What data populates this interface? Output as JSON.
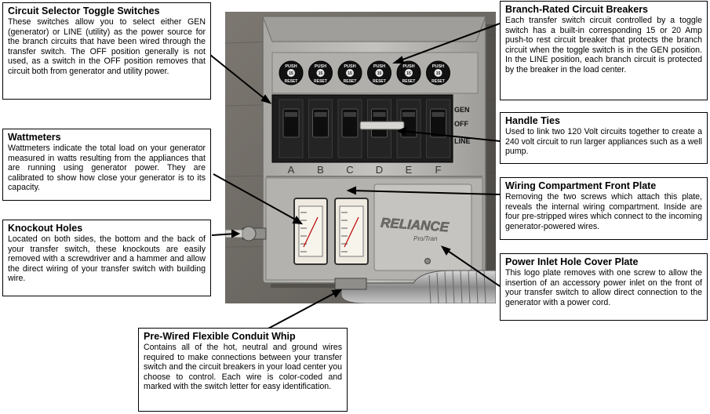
{
  "callouts": {
    "toggle": {
      "title": "Circuit Selector Toggle Switches",
      "body": "These switches allow you to select either GEN (generator) or LINE (utility) as the power source for the branch circuits that have been wired through the transfer switch. The OFF position generally is not used, as a switch in the OFF position removes that circuit both from generator and utility power."
    },
    "wattmeters": {
      "title": "Wattmeters",
      "body": "Wattmeters indicate the total load on your generator measured in watts resulting from the appliances that are running using generator power.  They are calibrated to show how close your generator is to its capacity."
    },
    "knockout": {
      "title": "Knockout Holes",
      "body": "Located on both sides, the bottom and the back of your transfer switch, these knockouts are easily removed with a screwdriver and a hammer and allow the direct wiring of your transfer switch with building wire."
    },
    "breakers": {
      "title": "Branch-Rated Circuit Breakers",
      "body": "Each transfer switch circuit controlled by a toggle switch has a built-in corresponding 15 or 20 Amp push-to rest circuit breaker that protects the branch circuit when the toggle switch is in the GEN position.  In the LINE position, each branch circuit is protected by the breaker in the load center."
    },
    "handle_ties": {
      "title": "Handle Ties",
      "body": "Used to link two 120 Volt circuits together to create a 240 volt circuit to run larger appliances such as a well pump."
    },
    "front_plate": {
      "title": "Wiring Compartment Front Plate",
      "body": "Removing the two screws which attach this plate, reveals the internal wiring compartment.  Inside are four pre-stripped wires which connect to the incoming generator-powered wires."
    },
    "inlet_cover": {
      "title": "Power Inlet Hole Cover Plate",
      "body": "This logo plate removes with one screw to allow the insertion of an accessory power inlet on the front of your transfer switch to allow direct connection to the generator with a power cord."
    },
    "conduit": {
      "title": "Pre-Wired Flexible Conduit Whip",
      "body": "Contains all of the hot, neutral and ground wires required to make connections between your transfer switch and the circuit breakers in your load center you choose to control.  Each wire is color-coded and marked with the switch letter for easy identification."
    }
  },
  "device": {
    "breaker_label_top": "PUSH",
    "breaker_label_bottom": "RESET",
    "breaker_amp": "15",
    "switch_letters": [
      "A",
      "B",
      "C",
      "D",
      "E",
      "F"
    ],
    "position_labels": {
      "gen": "GEN",
      "off": "OFF",
      "line": "LINE"
    },
    "brand": "RELIANCE",
    "brand_sub": "Pro/Tran"
  },
  "colors": {
    "wall": "#6e6a64",
    "panel": "#b8b7b3",
    "panel_dark": "#8d8c88",
    "switch": "#1c1c1c",
    "breaker": "#111111"
  }
}
